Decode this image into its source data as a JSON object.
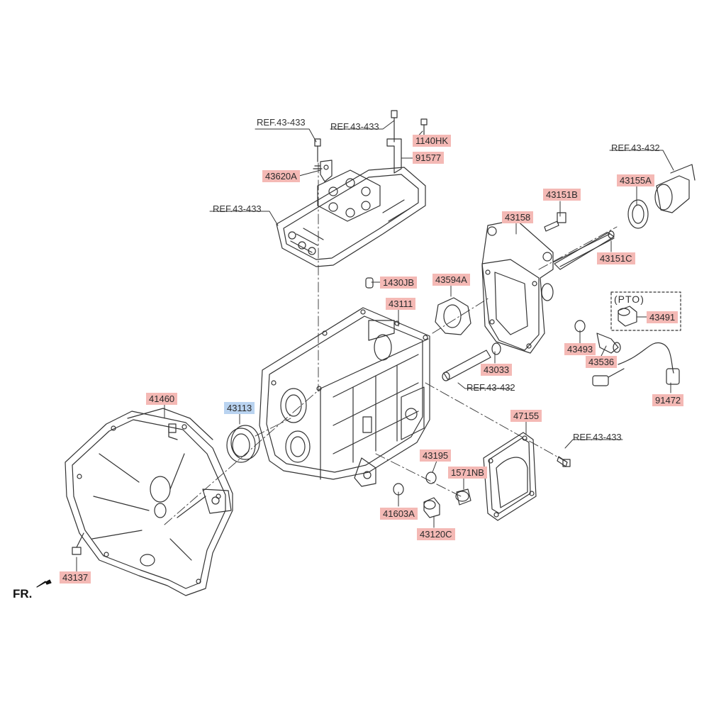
{
  "colors": {
    "callout": "#f4b9b5",
    "selected": "#b9d3f0",
    "line": "#333333"
  },
  "parts": {
    "p43620A": "43620A",
    "p1140HK": "1140HK",
    "p91577": "91577",
    "p43155A": "43155A",
    "p43151B": "43151B",
    "p43158": "43158",
    "p43151C": "43151C",
    "p1430JB": "1430JB",
    "p43594A": "43594A",
    "p43111": "43111",
    "p43491": "43491",
    "p43493": "43493",
    "p43033": "43033",
    "p43536": "43536",
    "p41460": "41460",
    "p43113": "43113",
    "p47155": "47155",
    "p91472": "91472",
    "p43195": "43195",
    "p1571NB": "1571NB",
    "p41603A": "41603A",
    "p43120C": "43120C",
    "p43137": "43137"
  },
  "refs": {
    "r1": "REF.43-433",
    "r2": "REF.43-433",
    "r3": "REF.43-433",
    "r4": "REF.43-432",
    "r5": "REF.43-432",
    "r6": "REF.43-433"
  },
  "pto_label": "(PTO)",
  "front_label": "FR."
}
